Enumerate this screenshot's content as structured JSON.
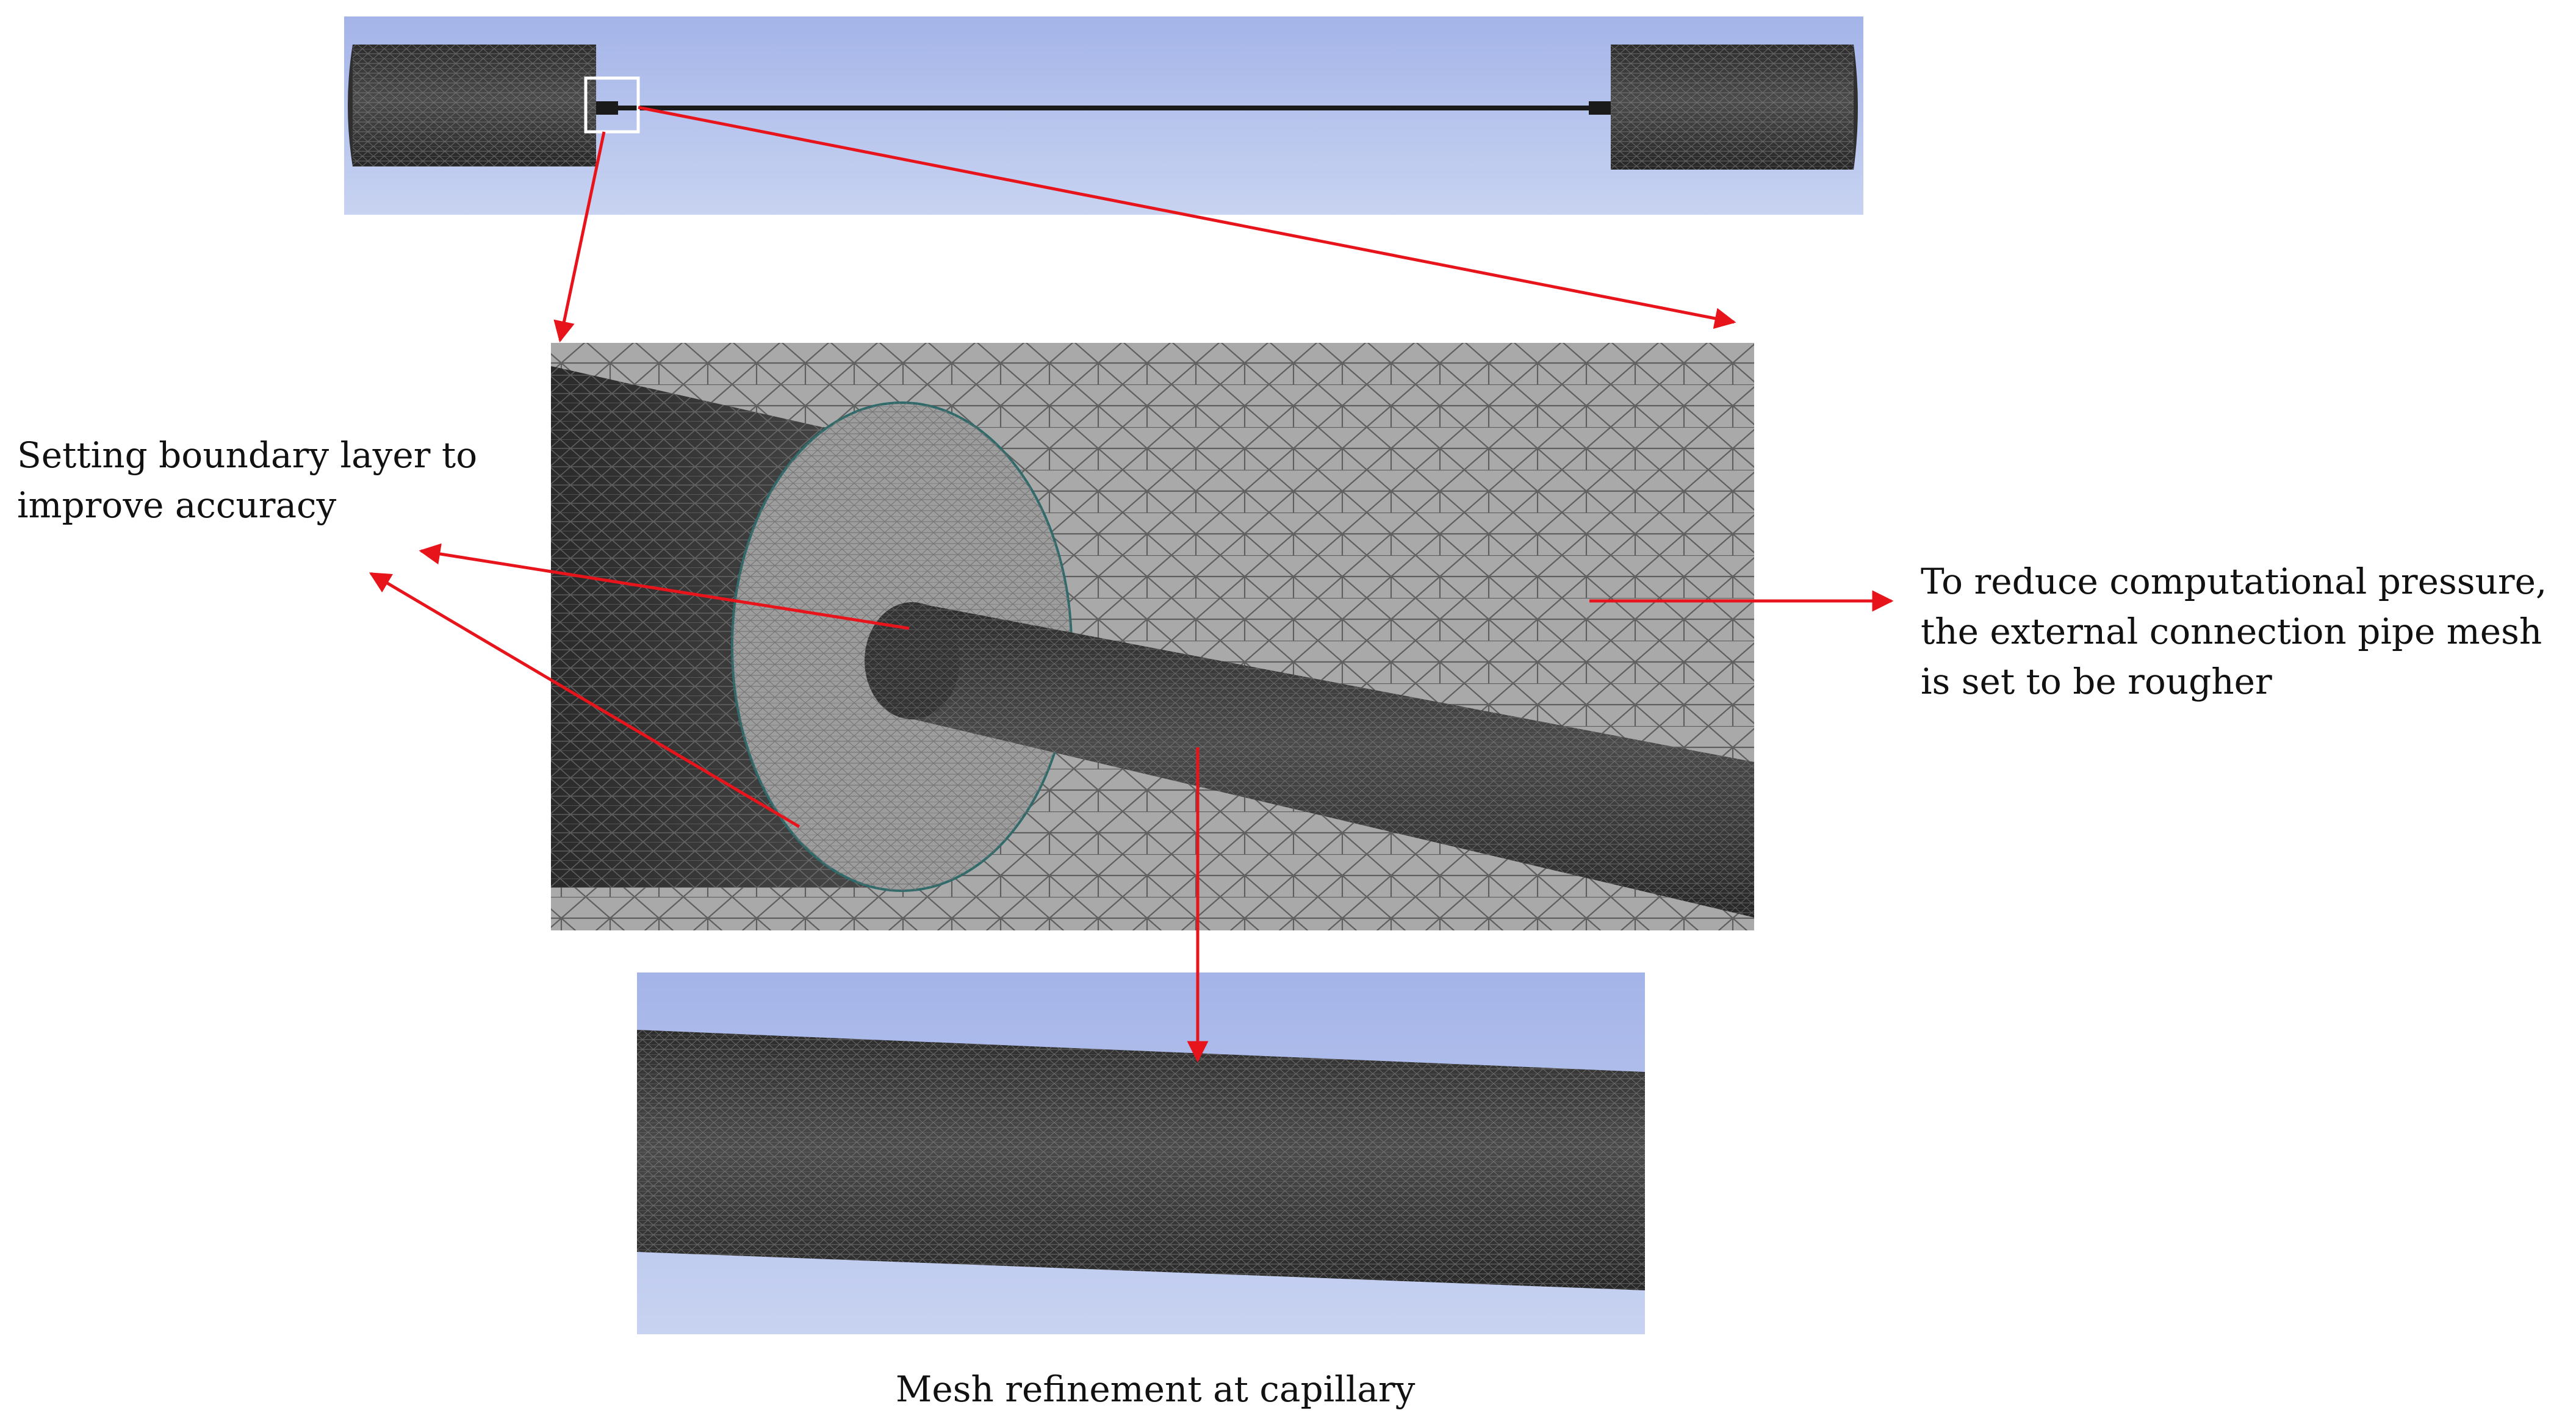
{
  "annotations": {
    "boundary_layer_line1": "Setting boundary layer to",
    "boundary_layer_line2": "improve accuracy",
    "pressure_line1": "To reduce computational pressure,",
    "pressure_line2": "the external connection pipe mesh",
    "pressure_line3": "is set to be rougher"
  },
  "caption": "Mesh refinement at capillary",
  "colors": {
    "viewport_top": "#a4b4e8",
    "viewport_bottom": "#c8d3f1",
    "mesh_surface": "#3c3c3c",
    "mesh_lines": "#9a9a9a",
    "coarse_mesh_bg": "#a8a8a8",
    "arrow": "#e8141b"
  }
}
